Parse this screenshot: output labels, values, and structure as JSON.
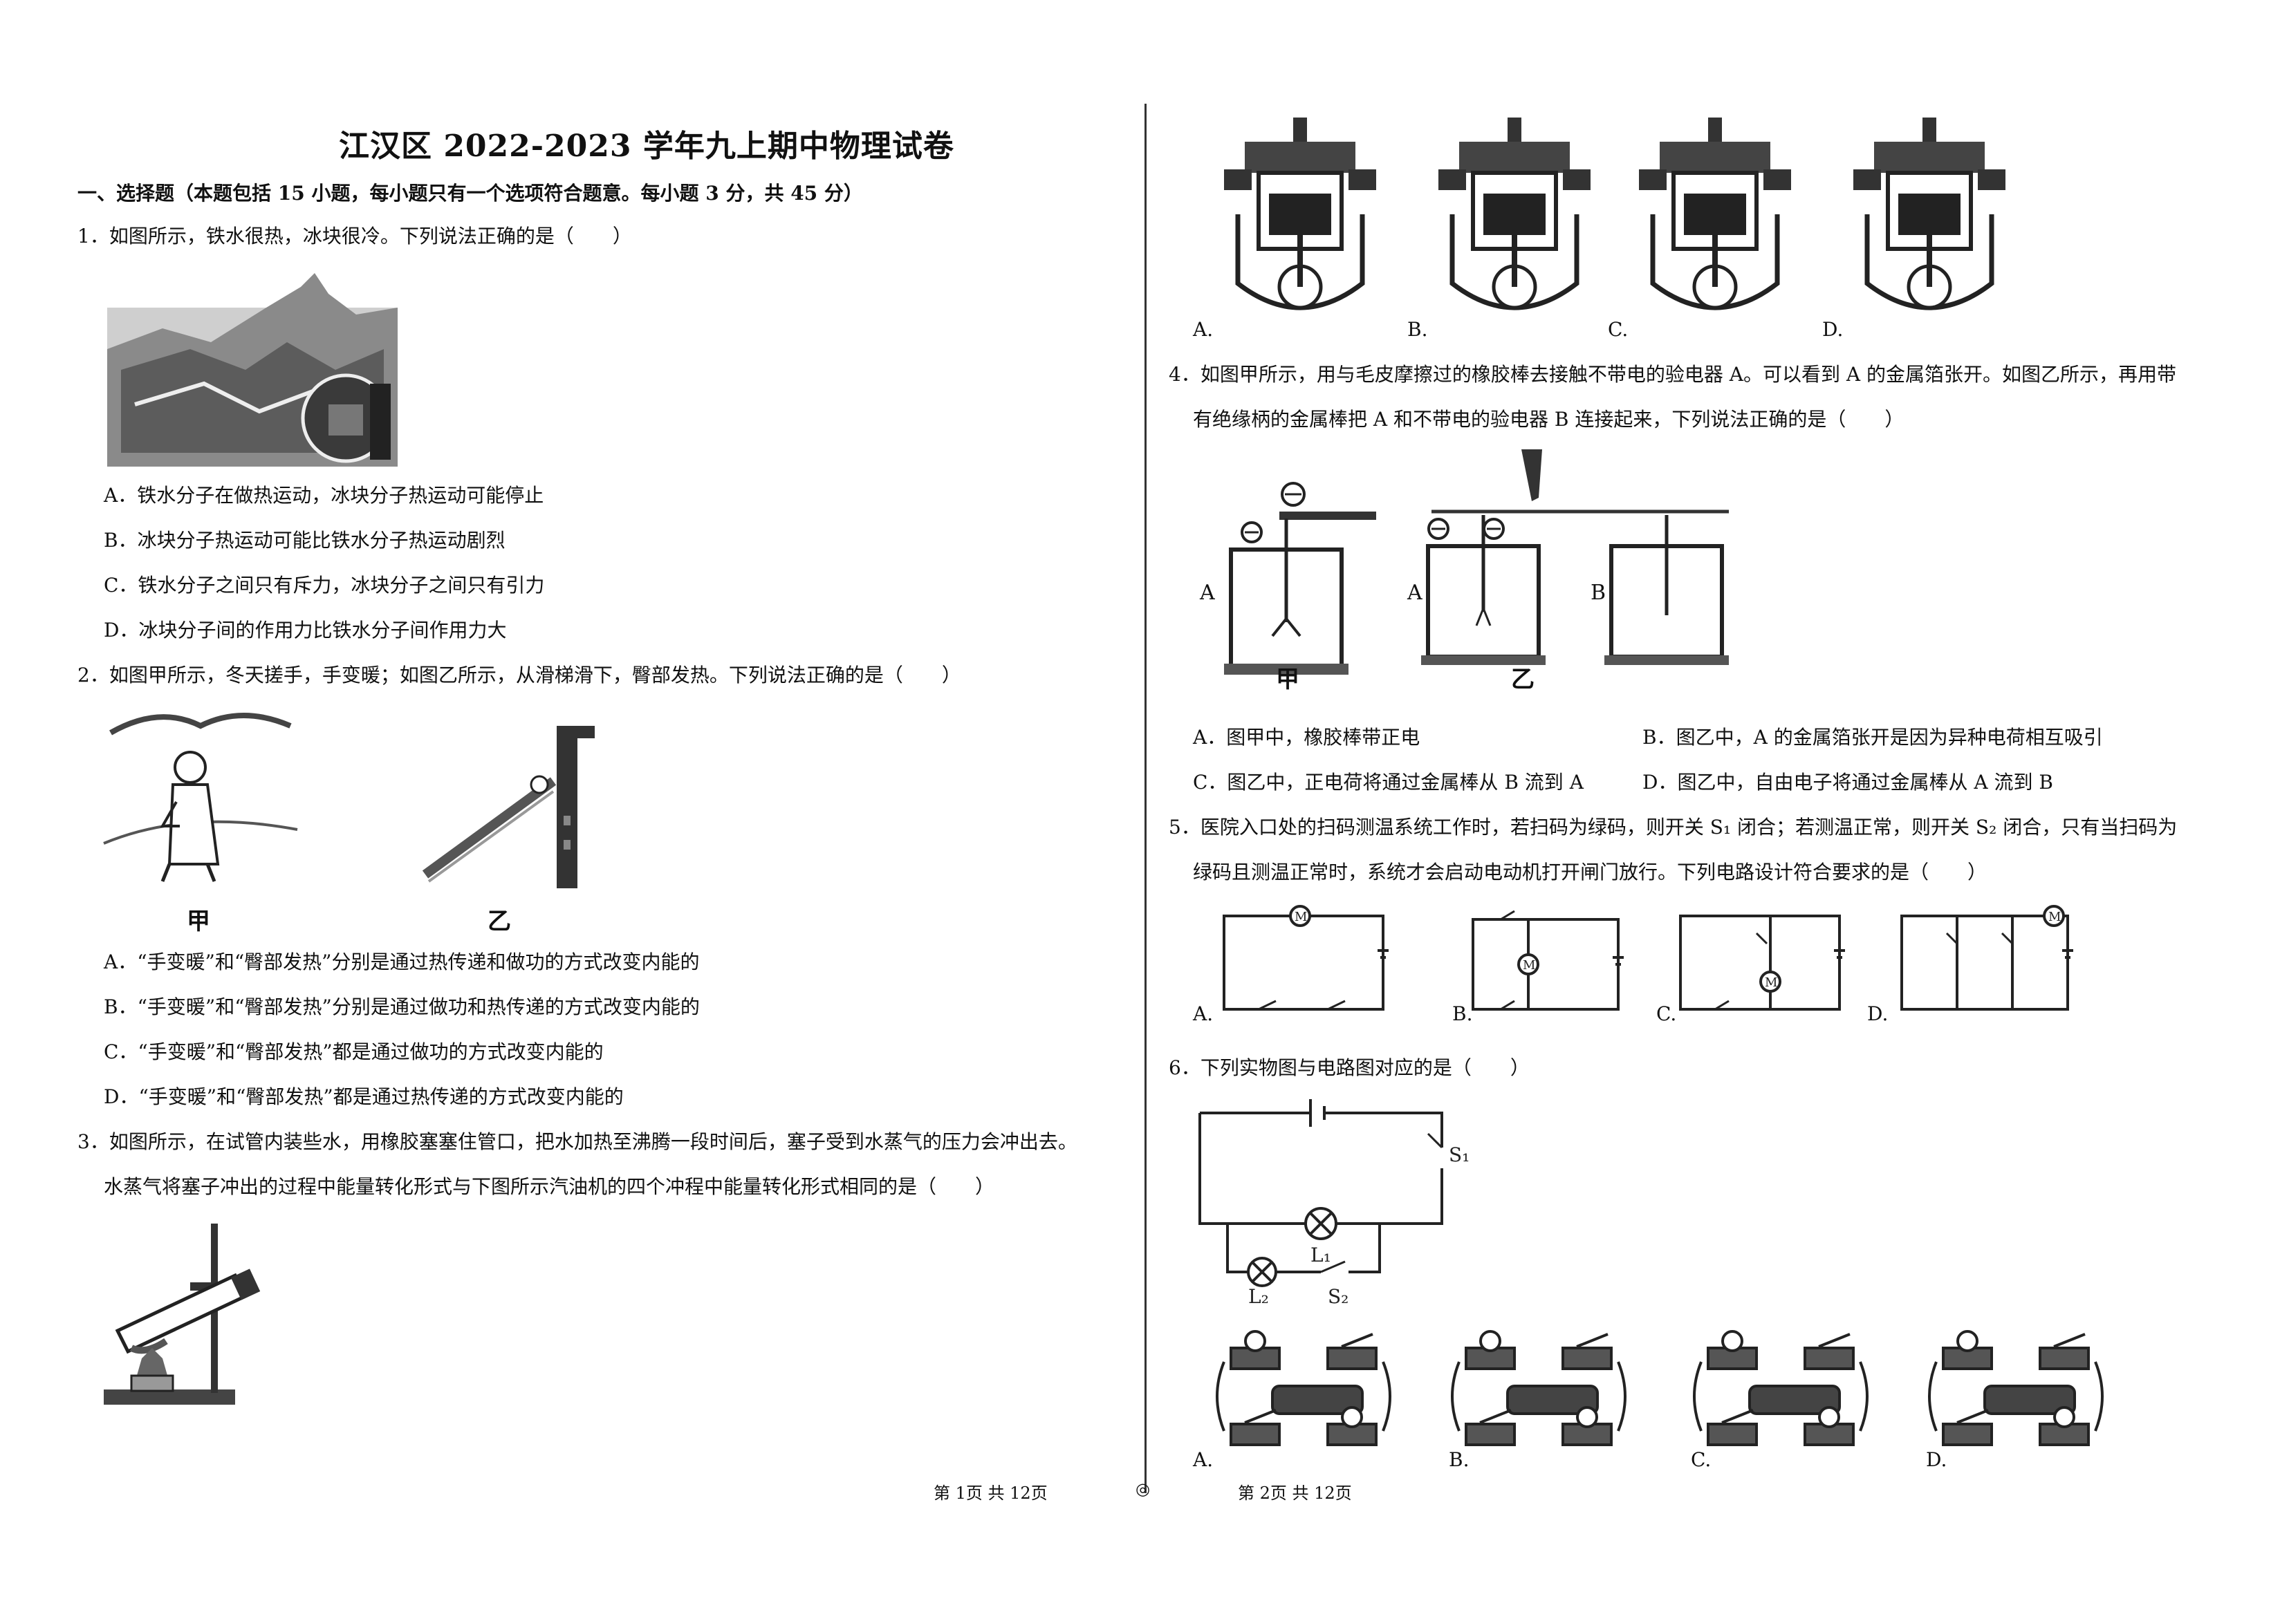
{
  "title": "江汉区 2022-2023 学年九上期中物理试卷",
  "section": "一、选择题（本题包括 15 小题，每小题只有一个选项符合题意。每小题 3 分，共 45 分）",
  "q1": {
    "stem": "1．如图所示，铁水很热，冰块很冷。下列说法正确的是（　　）",
    "options": [
      "A．铁水分子在做热运动，冰块分子热运动可能停止",
      "B．冰块分子热运动可能比铁水分子热运动剧烈",
      "C．铁水分子之间只有斥力，冰块分子之间只有引力",
      "D．冰块分子间的作用力比铁水分子间作用力大"
    ]
  },
  "q2": {
    "stem": "2．如图甲所示，冬天搓手，手变暖；如图乙所示，从滑梯滑下，臀部发热。下列说法正确的是（　　）",
    "fig_labels": [
      "甲",
      "乙"
    ],
    "options": [
      "A．“手变暖”和“臀部发热”分别是通过热传递和做功的方式改变内能的",
      "B．“手变暖”和“臀部发热”分别是通过做功和热传递的方式改变内能的",
      "C．“手变暖”和“臀部发热”都是通过做功的方式改变内能的",
      "D．“手变暖”和“臀部发热”都是通过热传递的方式改变内能的"
    ]
  },
  "q3": {
    "stem1": "3．如图所示，在试管内装些水，用橡胶塞塞住管口，把水加热至沸腾一段时间后，塞子受到水蒸气的压力会冲出去。",
    "stem2": "水蒸气将塞子冲出的过程中能量转化形式与下图所示汽油机的四个冲程中能量转化形式相同的是（　　）",
    "engine_labels": [
      "A.",
      "B.",
      "C.",
      "D."
    ]
  },
  "q4": {
    "stem1": "4．如图甲所示，用与毛皮摩擦过的橡胶棒去接触不带电的验电器 A。可以看到 A 的金属箔张开。如图乙所示，再用带",
    "stem2": "有绝缘柄的金属棒把 A 和不带电的验电器 B 连接起来，下列说法正确的是（　　）",
    "fig_labels": [
      "甲",
      "乙"
    ],
    "options": [
      "A．图甲中，橡胶棒带正电",
      "B．图乙中，A 的金属箔张开是因为异种电荷相互吸引",
      "C．图乙中，正电荷将通过金属棒从 B 流到 A",
      "D．图乙中，自由电子将通过金属棒从 A 流到 B"
    ]
  },
  "q5": {
    "stem1": "5．医院入口处的扫码测温系统工作时，若扫码为绿码，则开关 S₁ 闭合；若测温正常，则开关 S₂ 闭合，只有当扫码为",
    "stem2": "绿码且测温正常时，系统才会启动电动机打开闸门放行。下列电路设计符合要求的是（　　）",
    "circuit_labels": [
      "A.",
      "B.",
      "C.",
      "D."
    ]
  },
  "q6": {
    "stem": "6．下列实物图与电路图对应的是（　　）",
    "circuit_labels": [
      "A.",
      "B.",
      "C.",
      "D."
    ]
  },
  "footer_left": "第 1页  共 12页",
  "footer_mid": "◎",
  "footer_right": "第 2页  共 12页"
}
